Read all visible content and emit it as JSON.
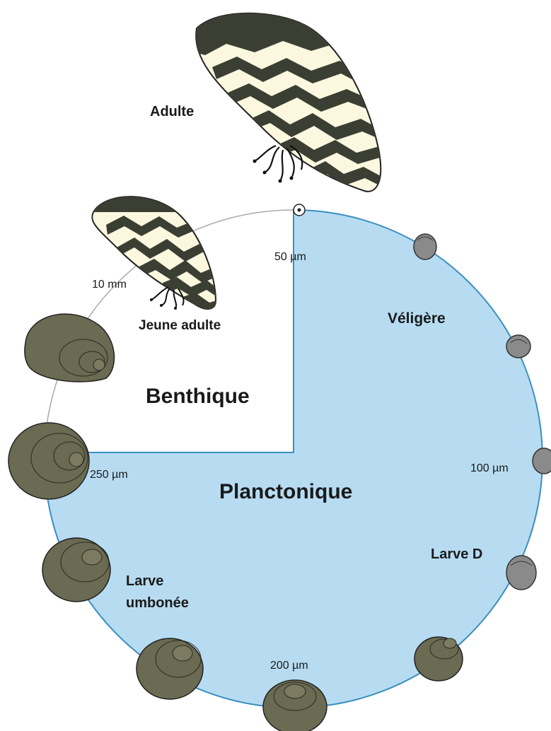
{
  "labels": {
    "adulte": "Adulte",
    "jeune_adulte": "Jeune adulte",
    "benthique": "Benthique",
    "planctonique": "Planctonique",
    "veligere": "Véligère",
    "larve_d": "Larve D",
    "larve_umbonee_line1": "Larve",
    "larve_umbonee_line2": "umbonée"
  },
  "scale_marks": {
    "m50": "50 µm",
    "m100": "100 µm",
    "m200": "200 µm",
    "m250": "250 µm",
    "m10mm": "10 mm"
  },
  "colors": {
    "plankton_fill": "#b7dcf2",
    "plankton_stroke": "#3a8fc0",
    "benthic_arc": "#aaaaaa",
    "shell_olive": "#6b6a52",
    "shell_grey": "#8a8a8a",
    "mussel_dark": "#3b3f33",
    "mussel_light": "#fbf8df"
  }
}
